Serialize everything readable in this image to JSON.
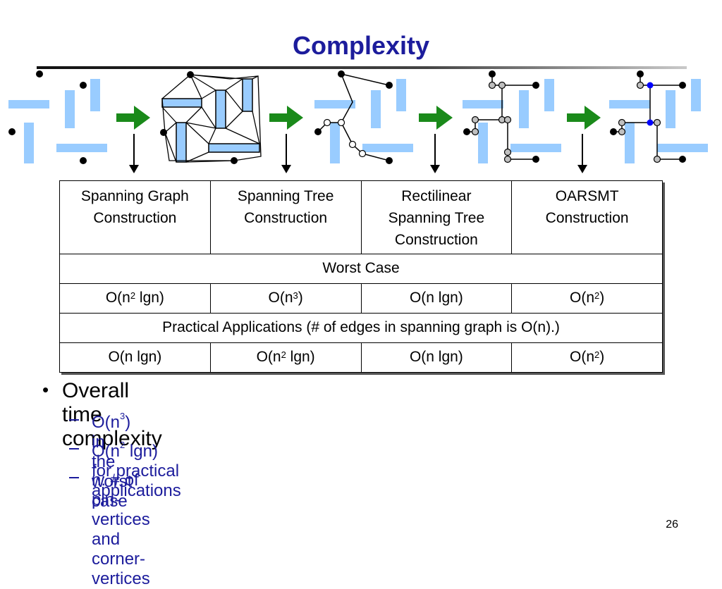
{
  "title": "Complexity",
  "table": {
    "headers": [
      "Spanning Graph Construction",
      "Spanning Tree Construction",
      "Rectilinear Spanning Tree Construction",
      "OARSMT Construction"
    ],
    "header_lines": [
      [
        "Spanning Graph",
        "Construction"
      ],
      [
        "Spanning Tree",
        "Construction"
      ],
      [
        "Rectilinear",
        "Spanning Tree",
        "Construction"
      ],
      [
        "OARSMT",
        "Construction"
      ]
    ],
    "worst_case_label": "Worst Case",
    "worst_case": [
      {
        "pre": "O(n",
        "sup": "2",
        "post": " lgn)"
      },
      {
        "pre": "O(n",
        "sup": "3",
        "post": ")"
      },
      {
        "pre": "O(n lgn)",
        "sup": "",
        "post": ""
      },
      {
        "pre": "O(n",
        "sup": "2",
        "post": ")"
      }
    ],
    "practical_label": "Practical Applications (# of edges in spanning graph is O(n).)",
    "practical": [
      {
        "pre": "O(n lgn)",
        "sup": "",
        "post": ""
      },
      {
        "pre": "O(n",
        "sup": "2",
        "post": " lgn)"
      },
      {
        "pre": "O(n lgn)",
        "sup": "",
        "post": ""
      },
      {
        "pre": "O(n",
        "sup": "2",
        "post": ")"
      }
    ]
  },
  "bullets": {
    "main": "Overall time complexity",
    "bullet_symbol": "•",
    "sub": [
      {
        "pre": "O(n",
        "sup": "3",
        "post": ") in the worst case"
      },
      {
        "pre": "O(n",
        "sup": "2",
        "post": " lgn) for practical applications"
      },
      {
        "pre": "n: # of pin-vertices and corner-vertices",
        "sup": "",
        "post": ""
      }
    ]
  },
  "page_number": "26",
  "colors": {
    "title": "#1c1c9c",
    "obstacle": "#99ccff",
    "arrow": "#1a8a1a",
    "pin": "#000000",
    "corner_vertex": "#c0c0c0",
    "steiner_point": "#0000ff"
  },
  "icons": [
    "pin-vertex-icon",
    "corner-vertex-icon",
    "obstacle-icon",
    "green-right-arrow-icon",
    "down-arrow-icon"
  ]
}
